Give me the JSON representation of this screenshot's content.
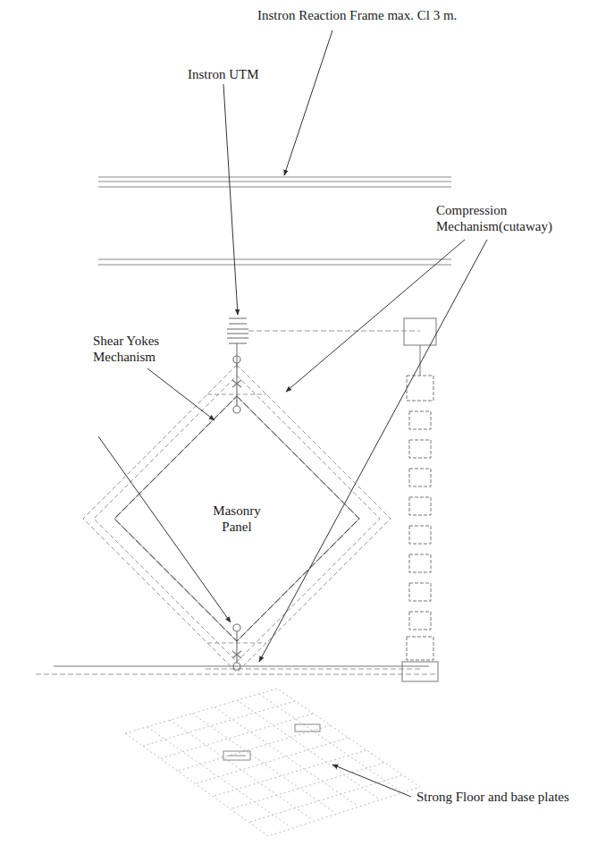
{
  "diagram": {
    "nodes": [
      {
        "text": [
          "Masonry Panel"
        ]
      }
    ],
    "labels": [
      "Instron Reaction Frame max. Cl 3 m.",
      "Instron UTM",
      "Compression Mechanism(cutaway)",
      "Shear Yokes Mechanism",
      "Strong Floor and base plates"
    ]
  }
}
